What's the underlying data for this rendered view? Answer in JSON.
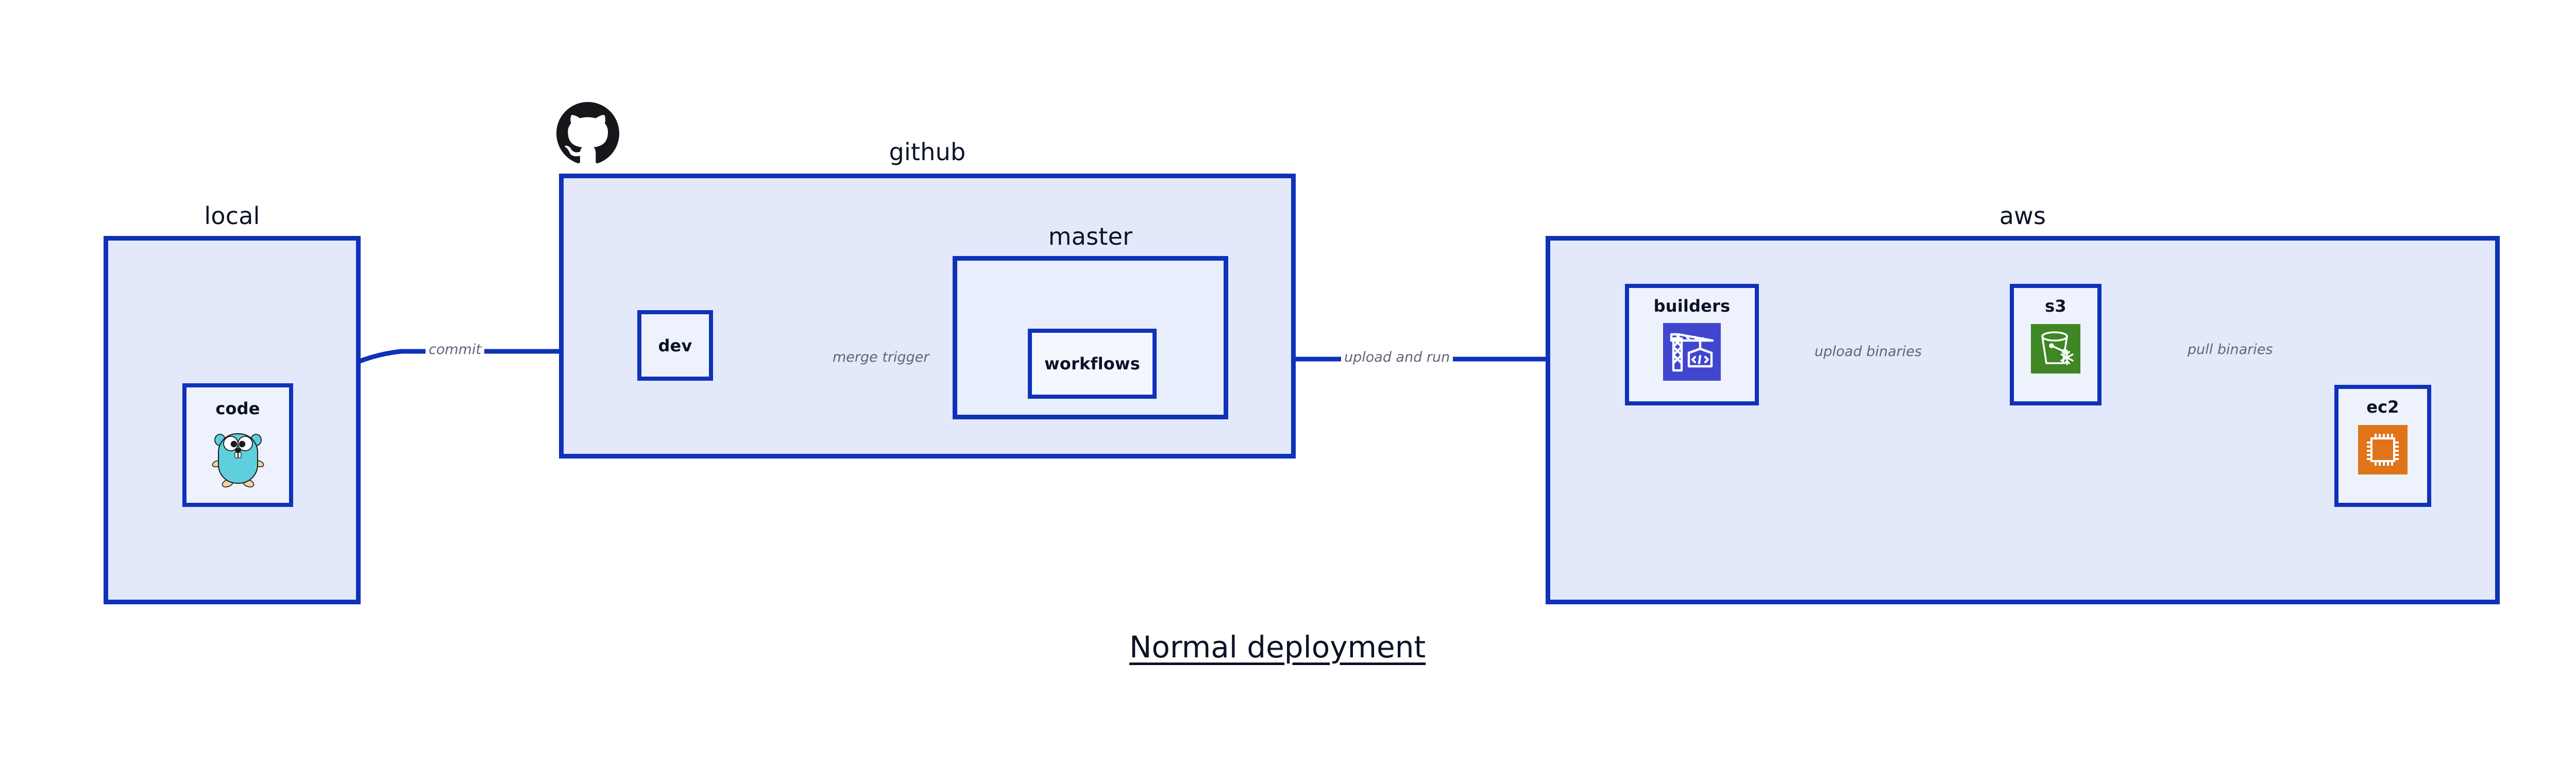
{
  "diagram": {
    "title": "Normal deployment",
    "background_color": "#ffffff",
    "accent_color": "#0e32b8",
    "group_fill_color": "#e3e8fb",
    "node_fill_color": "#eef2fd",
    "edge_label_color": "#5f6577",
    "text_color": "#0d1326"
  },
  "groups": [
    {
      "id": "local",
      "title": "local",
      "nodes": [
        {
          "id": "code",
          "label": "code",
          "icon": "go-gopher-icon"
        }
      ]
    },
    {
      "id": "github",
      "title": "github",
      "logo": "github-octocat-icon",
      "nodes": [
        {
          "id": "dev",
          "label": "dev",
          "icon": "none"
        }
      ],
      "subgroups": [
        {
          "id": "master",
          "title": "master",
          "nodes": [
            {
              "id": "workflows",
              "label": "workflows",
              "icon": "none"
            }
          ]
        }
      ]
    },
    {
      "id": "aws",
      "title": "aws",
      "nodes": [
        {
          "id": "builders",
          "label": "builders",
          "icon": "aws-codebuild-icon",
          "icon_color": "#4146cf"
        },
        {
          "id": "s3",
          "label": "s3",
          "icon": "aws-s3-bucket-icon",
          "icon_color": "#3f8624"
        },
        {
          "id": "ec2",
          "label": "ec2",
          "icon": "aws-ec2-chip-icon",
          "icon_color": "#e0741b"
        }
      ]
    }
  ],
  "edges": [
    {
      "id": "commit",
      "label": "commit",
      "from": "code",
      "to": "dev"
    },
    {
      "id": "merge-trigger",
      "label": "merge trigger",
      "from": "dev",
      "to": "workflows"
    },
    {
      "id": "upload-and-run",
      "label": "upload and run",
      "from": "workflows",
      "to": "builders"
    },
    {
      "id": "upload-binaries",
      "label": "upload binaries",
      "from": "builders",
      "to": "s3"
    },
    {
      "id": "pull-binaries",
      "label": "pull binaries",
      "from": "s3",
      "to": "ec2"
    }
  ]
}
